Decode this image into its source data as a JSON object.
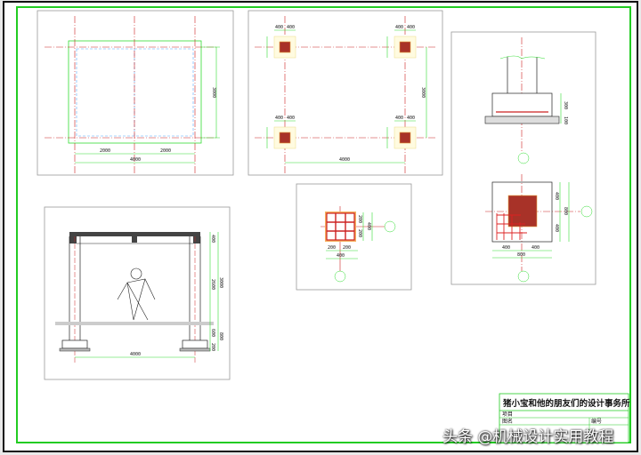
{
  "colors": {
    "frame": "#22cc22",
    "axis": "#cc2222",
    "dim": "#33dd33",
    "column": "#a83228",
    "hidden": "#55aaff"
  },
  "plan": {
    "dim_left": "2000",
    "dim_right": "2000",
    "dim_total": "4000",
    "dim_height": "3000"
  },
  "foundation_plan": {
    "pad_dims": [
      "400",
      "400"
    ],
    "dim_total": "4000",
    "dim_height": "3000"
  },
  "elevation": {
    "dim_beam": "400",
    "dim_clear": "2600",
    "dim_height": "3000",
    "dim_below": "600",
    "dim_footing": "200",
    "dim_total_below": "800",
    "dim_width": "4000"
  },
  "column_section": {
    "dim_a": "200",
    "dim_b": "200",
    "dim_total": "400",
    "dim_c": "200",
    "dim_d": "200",
    "dim_total_v": "400"
  },
  "footing_detail": {
    "dim_thick": "300",
    "dim_bed": "100",
    "dim_left": "400",
    "dim_right": "400",
    "dim_total": "800",
    "dim_top": "400",
    "dim_bottom": "400",
    "dim_total_v": "800"
  },
  "title_block": {
    "company": "猪小宝和他的朋友们的设计事务所",
    "project_label": "项目",
    "drawing_label": "图名",
    "number_label": "编号"
  },
  "watermark": "头条 @机械设计实用教程"
}
